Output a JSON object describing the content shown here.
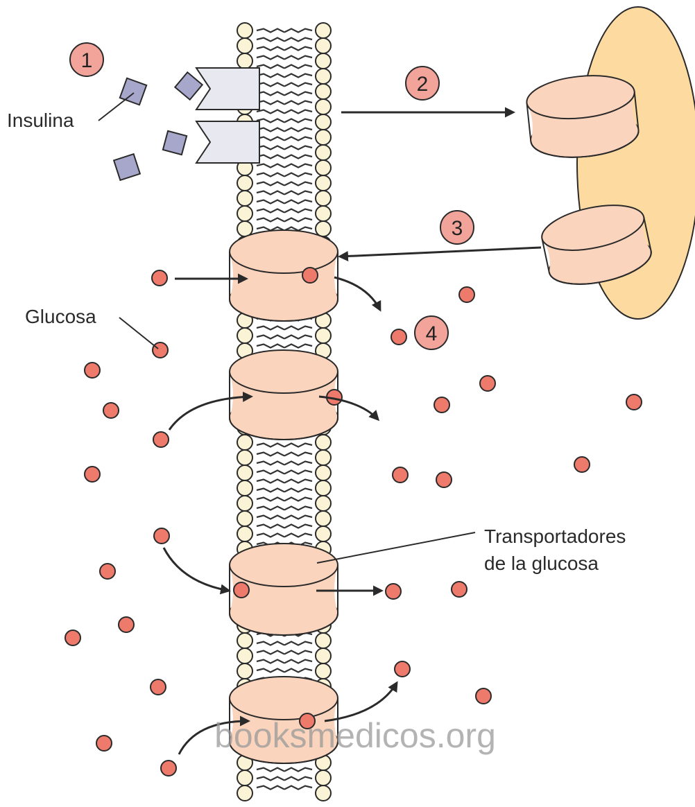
{
  "labels": {
    "insulin": "Insulina",
    "glucose": "Glucosa",
    "transporter_line1": "Transportadores",
    "transporter_line2": "de la glucosa"
  },
  "steps": [
    "1",
    "2",
    "3",
    "4"
  ],
  "watermark": "booksmedicos.org",
  "colors": {
    "phospholipid_head": "#fbf3d5",
    "lipid_tail": "#333333",
    "transporter": "#fbd4bd",
    "vesicle": "#fddba0",
    "glucose": "#ee7a6c",
    "insulin": "#a7a7cc",
    "receptor": "#e7e8f0",
    "step_badge": "#f3a49a",
    "arrow": "#2a2a2a"
  },
  "icons": {
    "insulin": "purple-square-icon",
    "glucose": "red-dot-icon",
    "receptor": "notched-receptor-icon",
    "transporter": "cylinder-channel-icon"
  }
}
